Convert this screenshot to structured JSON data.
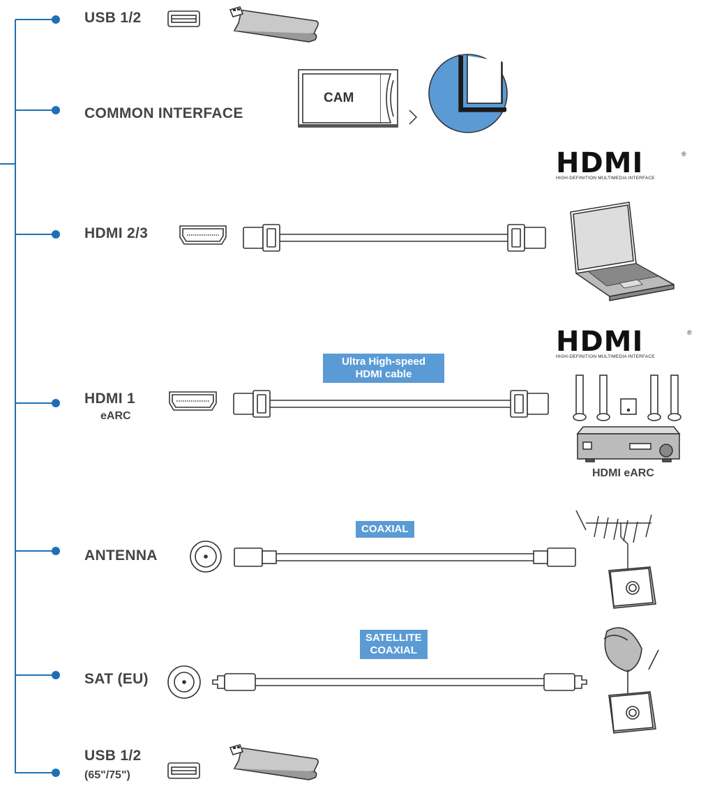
{
  "ports": [
    {
      "label": "USB 1/2",
      "sub": ""
    },
    {
      "label": "COMMON INTERFACE",
      "sub": ""
    },
    {
      "label": "HDMI 2/3",
      "sub": ""
    },
    {
      "label": "HDMI 1",
      "sub": "eARC"
    },
    {
      "label": "ANTENNA",
      "sub": ""
    },
    {
      "label": "SAT (EU)",
      "sub": ""
    },
    {
      "label": "USB 1/2",
      "sub": "(65\"/75\")"
    }
  ],
  "cam_label": "CAM",
  "hdmi_logo": {
    "word": "HDMI",
    "reg": "®",
    "tagline": "HIGH-DEFINITION MULTIMEDIA INTERFACE"
  },
  "cable_tags": {
    "hdmi_line1": "Ultra High-speed",
    "hdmi_line2": "HDMI cable",
    "coaxial": "COAXIAL",
    "sat_line1": "SATELLITE",
    "sat_line2": "COAXIAL"
  },
  "device_caption": "HDMI eARC",
  "colors": {
    "accent": "#1f6fb5",
    "tag": "#5b9bd5",
    "line": "#333333",
    "grey": "#555555"
  }
}
